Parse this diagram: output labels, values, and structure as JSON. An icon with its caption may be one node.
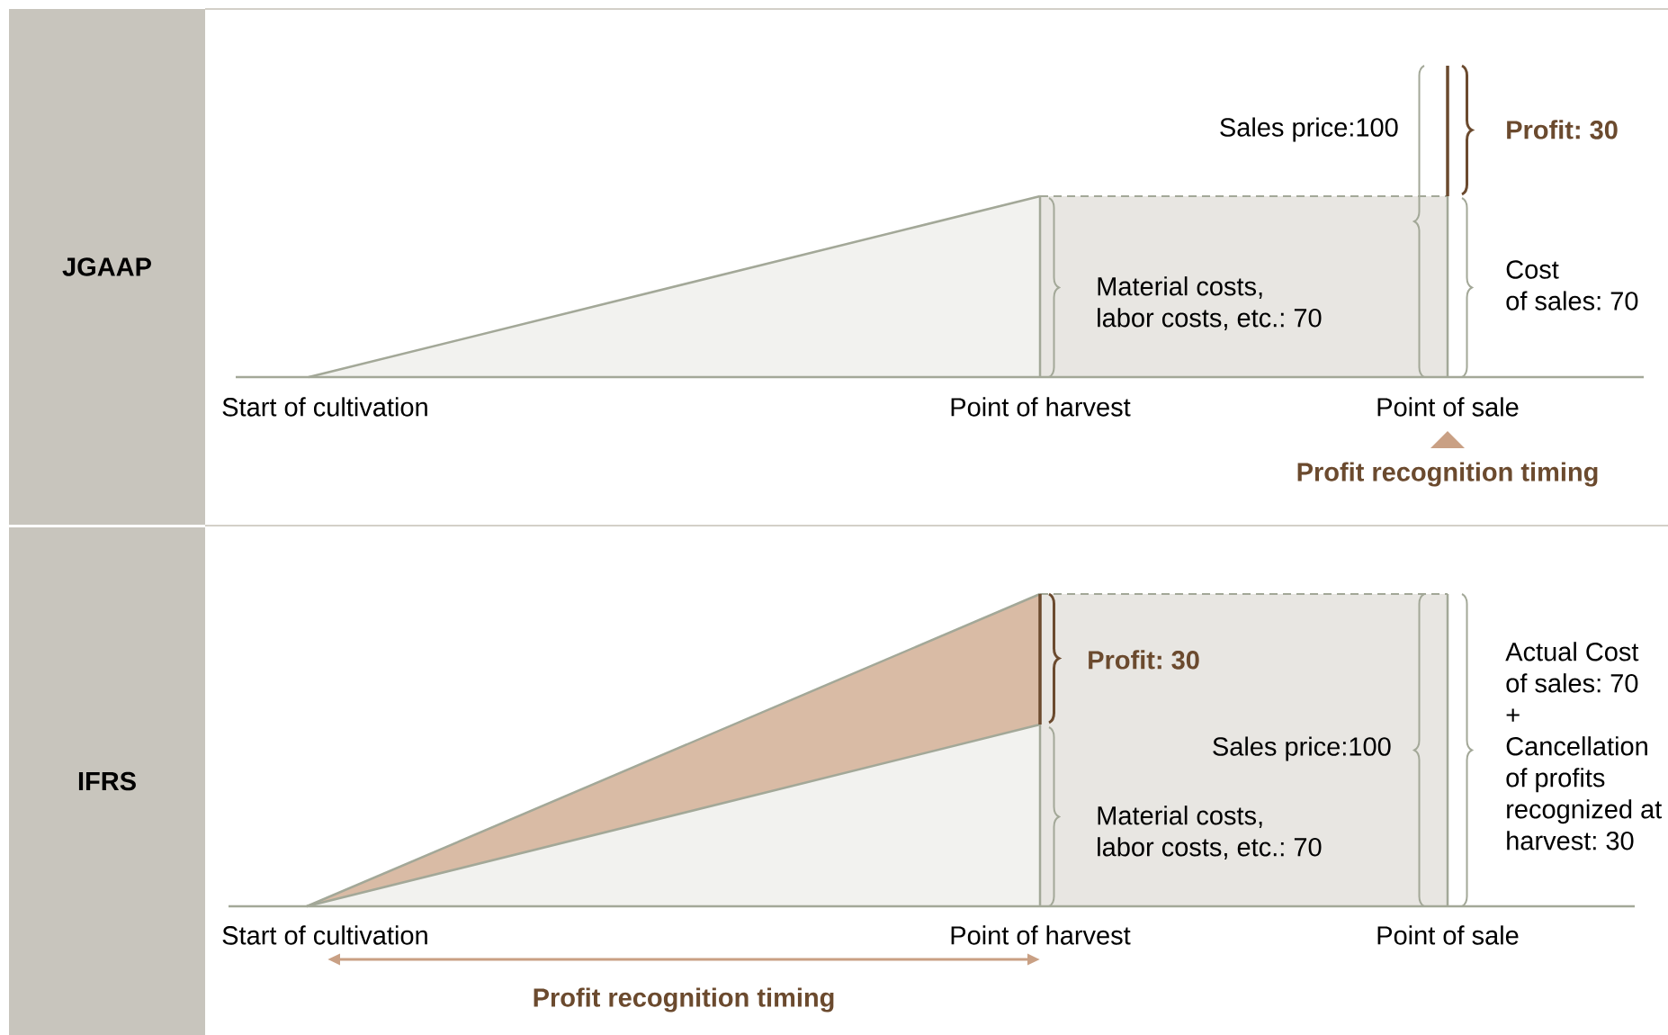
{
  "diagram": {
    "nodes": [
      {
        "text": [
          "JGAAP"
        ]
      },
      {
        "text": [
          "IFRS"
        ]
      }
    ],
    "labels": [
      "Sales price:100",
      "Profit: 30",
      "Material costs, labor costs, etc.: 70",
      "Cost of sales: 70",
      "Start of cultivation",
      "Point of harvest",
      "Point of sale",
      "Profit recognition timing",
      "Profit: 30",
      "Actual Cost of sales: 70 + Cancellation of profits recognized at harvest: 30",
      "Sales price:100",
      "Material costs, labor costs, etc.: 70",
      "Start of cultivation",
      "Point of harvest",
      "Point of sale",
      "Profit recognition timing"
    ]
  }
}
